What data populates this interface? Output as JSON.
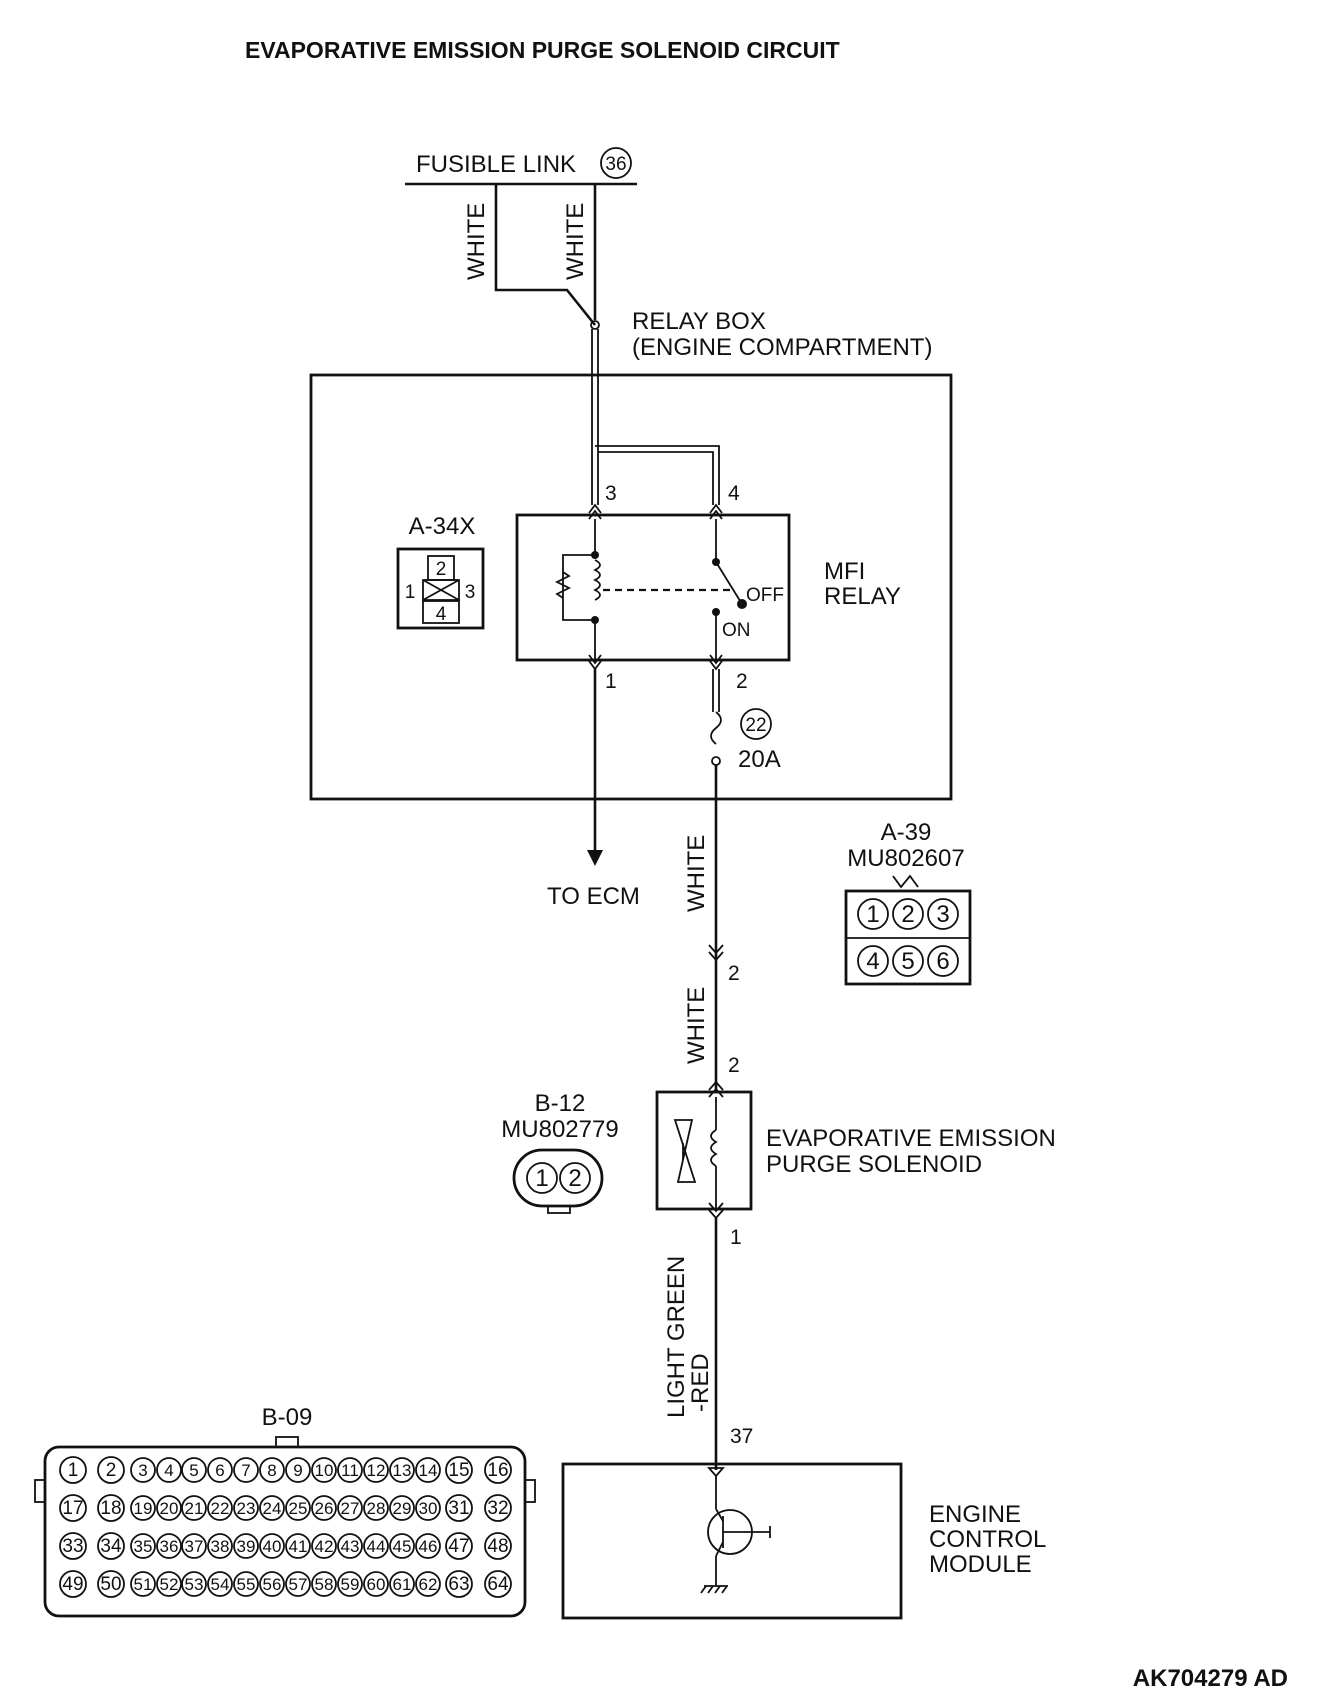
{
  "title": "EVAPORATIVE EMISSION PURGE SOLENOID CIRCUIT",
  "fusible_link": {
    "label": "FUSIBLE LINK",
    "number": "36"
  },
  "wires": {
    "white_left": "WHITE",
    "white_right": "WHITE",
    "white_mid": "WHITE",
    "white_lower": "WHITE",
    "light_green_red_1": "LIGHT GREEN",
    "light_green_red_2": "-RED"
  },
  "relay_box": {
    "line1": "RELAY BOX",
    "line2": "(ENGINE COMPARTMENT)"
  },
  "mfi_relay": {
    "label_line1": "MFI",
    "label_line2": "RELAY",
    "off_label": "OFF",
    "on_label": "ON",
    "pins": {
      "p1": "1",
      "p2": "2",
      "p3": "3",
      "p4": "4"
    }
  },
  "fuse": {
    "number": "22",
    "rating": "20A"
  },
  "to_ecm": "TO ECM",
  "connector_a34x": {
    "id": "A-34X",
    "pins": [
      "1",
      "2",
      "3",
      "4"
    ]
  },
  "connector_a39": {
    "id": "A-39",
    "part": "MU802607",
    "pins": [
      "1",
      "2",
      "3",
      "4",
      "5",
      "6"
    ]
  },
  "connector_b12": {
    "id": "B-12",
    "part": "MU802779",
    "pins": [
      "1",
      "2"
    ]
  },
  "connector_b09": {
    "id": "B-09",
    "rows": [
      [
        "1",
        "2",
        "3",
        "4",
        "5",
        "6",
        "7",
        "8",
        "9",
        "10",
        "11",
        "12",
        "13",
        "14",
        "15",
        "16"
      ],
      [
        "17",
        "18",
        "19",
        "20",
        "21",
        "22",
        "23",
        "24",
        "25",
        "26",
        "27",
        "28",
        "29",
        "30",
        "31",
        "32"
      ],
      [
        "33",
        "34",
        "35",
        "36",
        "37",
        "38",
        "39",
        "40",
        "41",
        "42",
        "43",
        "44",
        "45",
        "46",
        "47",
        "48"
      ],
      [
        "49",
        "50",
        "51",
        "52",
        "53",
        "54",
        "55",
        "56",
        "57",
        "58",
        "59",
        "60",
        "61",
        "62",
        "63",
        "64"
      ]
    ]
  },
  "harness_pins": {
    "a39_pin": "2",
    "solenoid_in": "2",
    "solenoid_out": "1",
    "ecm_pin": "37"
  },
  "solenoid": {
    "line1": "EVAPORATIVE EMISSION",
    "line2": "PURGE SOLENOID"
  },
  "ecm": {
    "line1": "ENGINE",
    "line2": "CONTROL",
    "line3": "MODULE"
  },
  "doc_code": "AK704279 AD"
}
